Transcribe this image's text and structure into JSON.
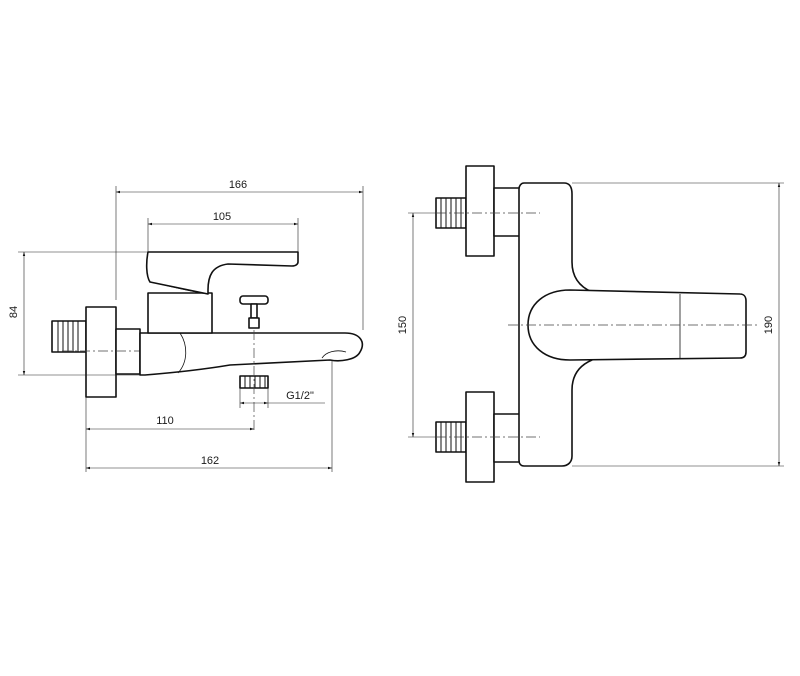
{
  "side_view": {
    "dim_overall_width": "166",
    "dim_lever": "105",
    "dim_height": "84",
    "dim_outlet_offset": "110",
    "dim_total_depth": "162",
    "outlet_thread": "G1/2\""
  },
  "front_view": {
    "dim_inlet_spacing": "150",
    "dim_body_height": "190"
  }
}
